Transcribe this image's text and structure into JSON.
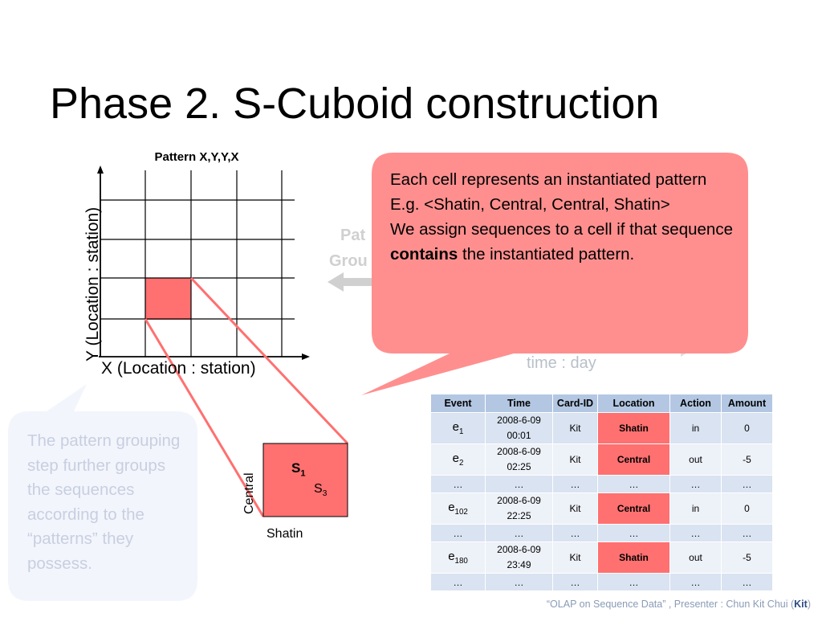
{
  "slide": {
    "title": "Phase 2. S-Cuboid construction"
  },
  "diagram": {
    "pattern_title": "Pattern X,Y,Y,X",
    "x_axis_label": "X (Location : station)",
    "y_axis_label": "Y (Location : station)",
    "zoom": {
      "s1_main": "S",
      "s1_sub": "1",
      "s3_main": "S",
      "s3_sub": "3",
      "row_label": "Central",
      "col_label": "Shatin"
    }
  },
  "background": {
    "partial_label_1": "Pat",
    "partial_label_2": "Grou",
    "time_label": "time : day"
  },
  "callout_red": {
    "line1": "Each cell represents an instantiated pattern E.g. <Shatin, Central, Central, Shatin>",
    "line2_pre": "We assign sequences to a cell if that sequence ",
    "line2_bold": "contains",
    "line2_post": " the instantiated pattern."
  },
  "callout_blue": {
    "text": "The pattern grouping step further groups the sequences according to the “patterns” they possess."
  },
  "table": {
    "headers": [
      "Event",
      "Time",
      "Card-ID",
      "Location",
      "Action",
      "Amount"
    ],
    "rows": [
      {
        "ev": "e",
        "ev_sub": "1",
        "time1": "2008-6-09",
        "time2": "00:01",
        "card": "Kit",
        "loc": "Shatin",
        "action": "in",
        "amount": "0"
      },
      {
        "ev": "e",
        "ev_sub": "2",
        "time1": "2008-6-09",
        "time2": "02:25",
        "card": "Kit",
        "loc": "Central",
        "action": "out",
        "amount": "-5"
      },
      {
        "dots": [
          "…",
          "…",
          "…",
          "…",
          "…",
          "…"
        ]
      },
      {
        "ev": "e",
        "ev_sub": "102",
        "time1": "2008-6-09",
        "time2": "22:25",
        "card": "Kit",
        "loc": "Central",
        "action": "in",
        "amount": "0"
      },
      {
        "dots": [
          "…",
          "…",
          "…",
          "…",
          "…",
          "…"
        ]
      },
      {
        "ev": "e",
        "ev_sub": "180",
        "time1": "2008-6-09",
        "time2": "23:49",
        "card": "Kit",
        "loc": "Shatin",
        "action": "out",
        "amount": "-5"
      },
      {
        "dots": [
          "…",
          "…",
          "…",
          "…",
          "…",
          "…"
        ]
      }
    ]
  },
  "footer": {
    "text": "“OLAP on Sequence Data” , Presenter : Chun Kit Chui (",
    "bold": "Kit",
    "close": ")"
  },
  "colors": {
    "highlight": "#ff7070",
    "callout_red": "#ff8f8f",
    "callout_blue": "#f3f5fc",
    "table_header": "#b3c7e2"
  }
}
